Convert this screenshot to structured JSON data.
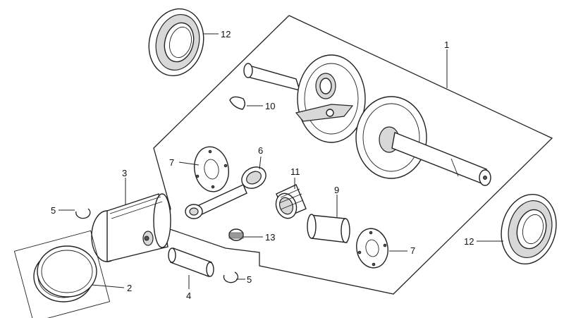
{
  "callouts": [
    {
      "id": "1",
      "text": "1"
    },
    {
      "id": "2",
      "text": "2"
    },
    {
      "id": "3",
      "text": "3"
    },
    {
      "id": "4",
      "text": "4"
    },
    {
      "id": "5a",
      "text": "5"
    },
    {
      "id": "5b",
      "text": "5"
    },
    {
      "id": "6",
      "text": "6"
    },
    {
      "id": "7a",
      "text": "7"
    },
    {
      "id": "7b",
      "text": "7"
    },
    {
      "id": "9",
      "text": "9"
    },
    {
      "id": "10",
      "text": "10"
    },
    {
      "id": "11",
      "text": "11"
    },
    {
      "id": "12a",
      "text": "12"
    },
    {
      "id": "12b",
      "text": "12"
    },
    {
      "id": "13",
      "text": "13"
    }
  ],
  "colors": {
    "line": "#222222",
    "background": "#ffffff"
  }
}
